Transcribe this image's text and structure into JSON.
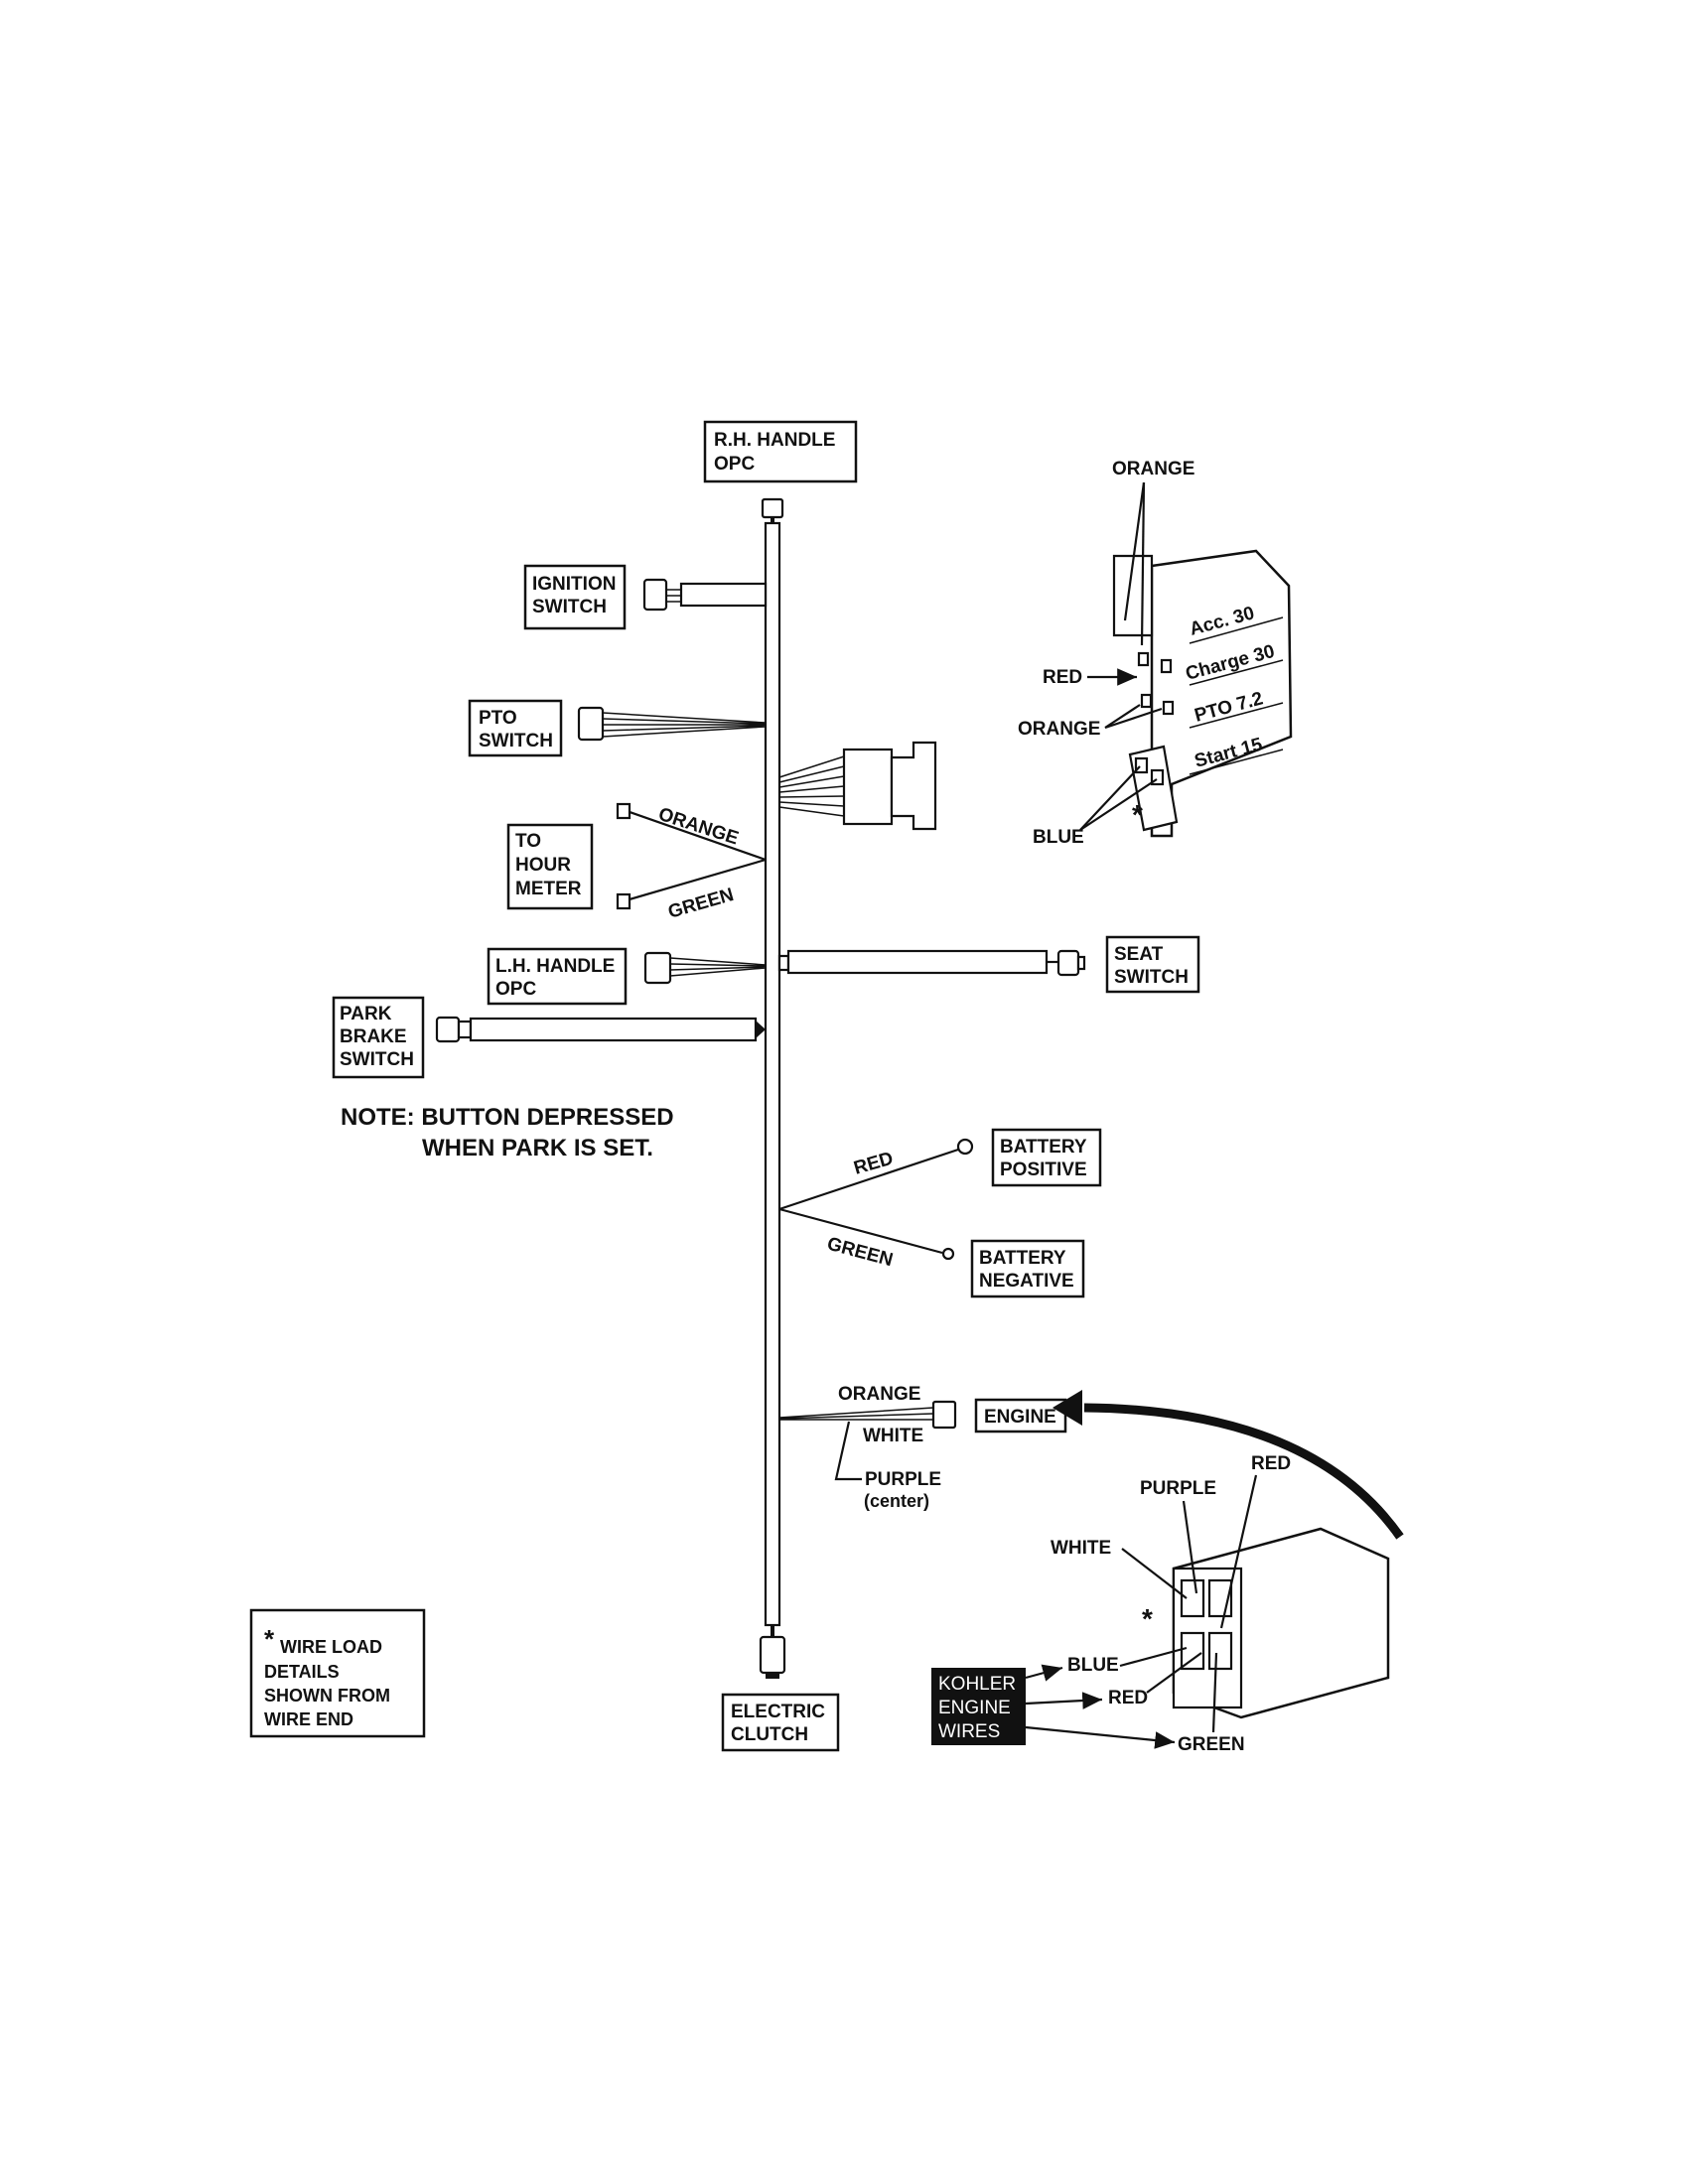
{
  "components": {
    "rh_handle": [
      "R.H. HANDLE",
      "OPC"
    ],
    "ignition_switch": [
      "IGNITION",
      "SWITCH"
    ],
    "pto_switch": [
      "PTO",
      "SWITCH"
    ],
    "hour_meter": [
      "TO",
      "HOUR",
      "METER"
    ],
    "lh_handle": [
      "L.H. HANDLE",
      "OPC"
    ],
    "park_brake": [
      "PARK",
      "BRAKE",
      "SWITCH"
    ],
    "seat_switch": [
      "SEAT",
      "SWITCH"
    ],
    "battery_positive": [
      "BATTERY",
      "POSITIVE"
    ],
    "battery_negative": [
      "BATTERY",
      "NEGATIVE"
    ],
    "engine": "ENGINE",
    "electric_clutch": [
      "ELECTRIC",
      "CLUTCH"
    ],
    "kohler": [
      "KOHLER",
      "ENGINE",
      "WIRES"
    ]
  },
  "note": [
    "NOTE: BUTTON DEPRESSED",
    "WHEN PARK IS SET."
  ],
  "legend": [
    "*",
    "WIRE LOAD",
    "DETAILS",
    "SHOWN FROM",
    "WIRE END"
  ],
  "wire_labels": {
    "hour_orange": "ORANGE",
    "hour_green": "GREEN",
    "bat_red": "RED",
    "bat_green": "GREEN",
    "eng_orange": "ORANGE",
    "eng_white": "WHITE",
    "eng_purple": "PURPLE",
    "eng_purple_note": "(center)"
  },
  "switch_module": {
    "wires": {
      "orange_top": "ORANGE",
      "red": "RED",
      "orange_mid": "ORANGE",
      "blue": "BLUE",
      "asterisk": "*"
    },
    "ratings": [
      "Acc. 30",
      "Charge 30",
      "PTO 7.2",
      "Start 15"
    ]
  },
  "engine_plug": {
    "red_top": "RED",
    "purple": "PURPLE",
    "white": "WHITE",
    "asterisk": "*",
    "blue": "BLUE",
    "red_bottom": "RED",
    "green": "GREEN"
  }
}
